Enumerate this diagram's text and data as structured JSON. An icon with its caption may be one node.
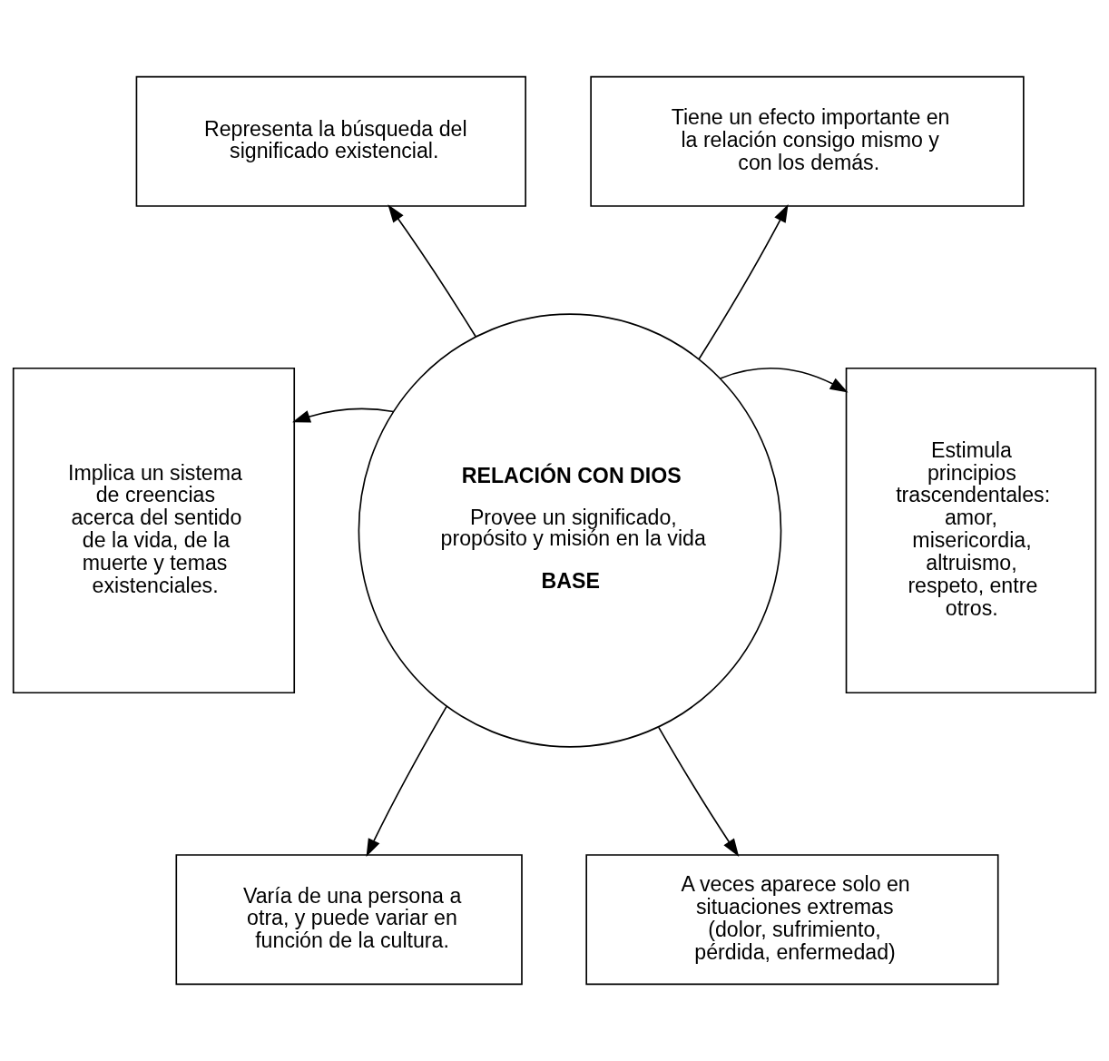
{
  "diagram": {
    "nodes": [
      {
        "text": [
          "Representa la búsqueda del significado existencial."
        ]
      },
      {
        "text": [
          "Tiene un efecto importante en la relación consigo mismo y con los demás."
        ]
      },
      {
        "text": [
          "Implica un sistema de creencias acerca del sentido de la vida, de la muerte y temas existenciales."
        ]
      },
      {
        "text": [
          "RELACIÓN CON DIOS",
          "Provee un significado, propósito y misión en la vida",
          "BASE"
        ]
      },
      {
        "text": [
          "Estimula principios trascendentales: amor, misericordia, altruismo, respeto, entre otros."
        ]
      },
      {
        "text": [
          "Varía de una persona a otra, y puede variar en función de la cultura."
        ]
      },
      {
        "text": [
          "A veces aparece solo en situaciones extremas (dolor, sufrimiento, pérdida, enfermedad)"
        ]
      }
    ],
    "edges": [
      {
        "from": 3,
        "to": 0,
        "arrow": "to"
      },
      {
        "from": 3,
        "to": 1,
        "arrow": "to"
      },
      {
        "from": 3,
        "to": 2,
        "arrow": "to"
      },
      {
        "from": 3,
        "to": 4,
        "arrow": "to"
      },
      {
        "from": 3,
        "to": 5,
        "arrow": "to"
      },
      {
        "from": 3,
        "to": 6,
        "arrow": "to"
      }
    ]
  }
}
